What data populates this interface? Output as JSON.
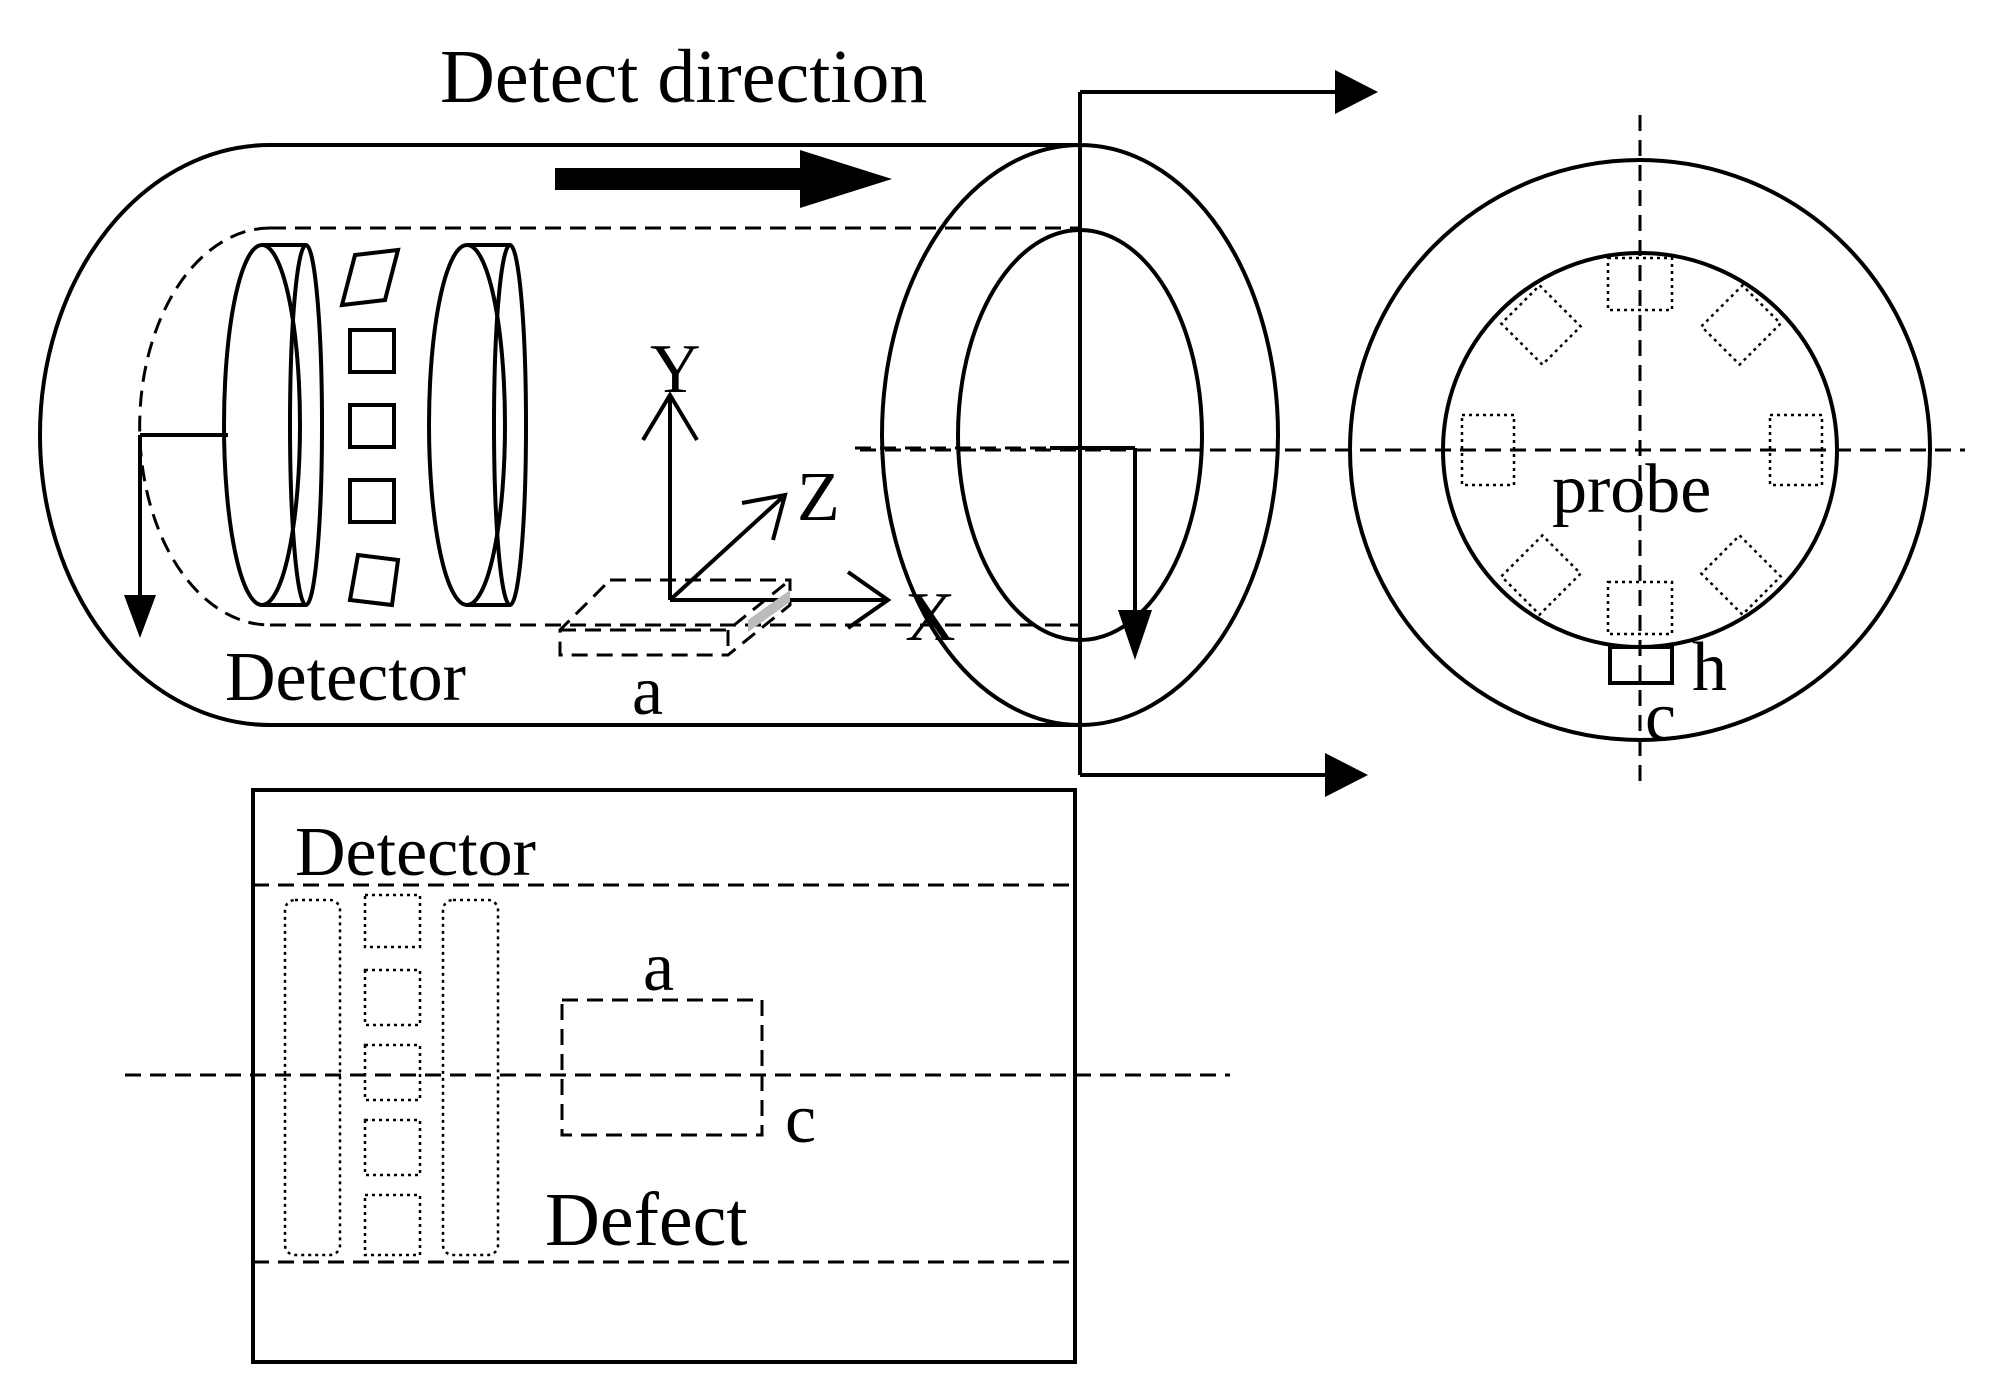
{
  "labels": {
    "detect_direction": "Detect direction",
    "detector_3d": "Detector",
    "defect_width_3d": "a",
    "axis_y": "Y",
    "axis_z": "Z",
    "axis_x": "X",
    "probe": "probe",
    "defect_height": "h",
    "defect_length_section": "c",
    "detector_unrolled": "Detector",
    "defect_width_unrolled": "a",
    "defect_length_unrolled": "c",
    "defect": "Defect"
  },
  "colors": {
    "line": "#000000",
    "background": "#ffffff"
  }
}
